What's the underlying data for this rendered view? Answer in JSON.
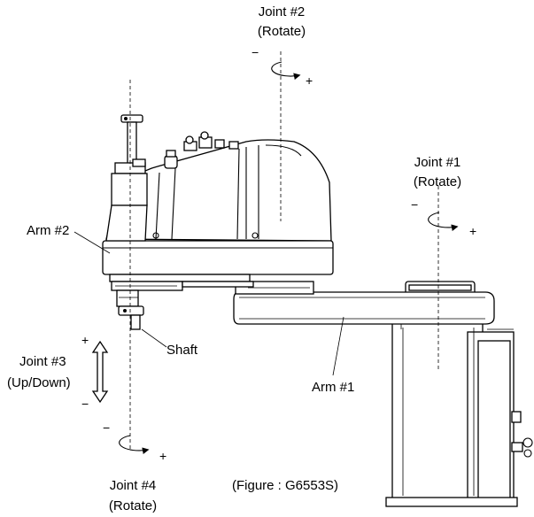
{
  "labels": {
    "joint2": {
      "title": "Joint #2",
      "motion": "(Rotate)",
      "minus": "−",
      "plus": "+"
    },
    "joint1": {
      "title": "Joint #1",
      "motion": "(Rotate)",
      "minus": "−",
      "plus": "+"
    },
    "joint3": {
      "title": "Joint #3",
      "motion": "(Up/Down)",
      "minus": "−",
      "plus": "+"
    },
    "joint4": {
      "title": "Joint #4",
      "motion": "(Rotate)",
      "minus": "−",
      "plus": "+"
    },
    "arm2": "Arm #2",
    "arm1": "Arm #1",
    "shaft": "Shaft",
    "figure": "(Figure : G6553S)"
  },
  "colors": {
    "ink": "#000000",
    "background": "#ffffff"
  }
}
